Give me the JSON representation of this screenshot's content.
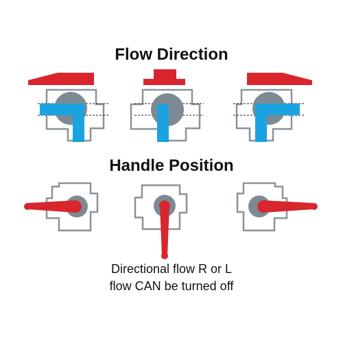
{
  "titles": {
    "flow_direction": "Flow Direction",
    "handle_position": "Handle Position"
  },
  "caption": {
    "line1": "Directional flow R or L",
    "line2": "flow CAN be turned off"
  },
  "colors": {
    "handle": "#d8262c",
    "flow": "#1aa3e0",
    "ball": "#7e8a93",
    "body_outline": "#8a9299",
    "text": "#111111"
  },
  "valves_top": [
    {
      "name": "flow-left-down",
      "flow": "left-down",
      "handle": "left"
    },
    {
      "name": "flow-down-only",
      "flow": "down",
      "handle": "center"
    },
    {
      "name": "flow-right-down",
      "flow": "right-down",
      "handle": "right"
    }
  ],
  "valves_bottom": [
    {
      "name": "handle-left",
      "handle": "left"
    },
    {
      "name": "handle-down",
      "handle": "down"
    },
    {
      "name": "handle-right",
      "handle": "right"
    }
  ]
}
